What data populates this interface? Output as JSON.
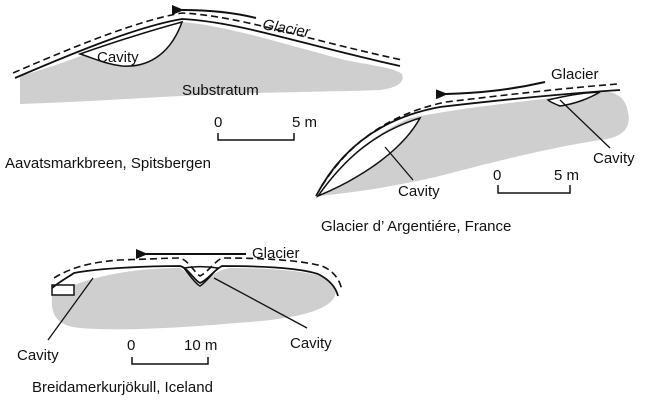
{
  "colors": {
    "substratum": "#cfcfcf",
    "ink": "#111111",
    "background": "#ffffff"
  },
  "panels": [
    {
      "caption": "Aavatsmarkbreen, Spitsbergen",
      "glacier_label": "Glacier",
      "cavity_labels": [
        "Cavity"
      ],
      "substratum_label": "Substratum",
      "scale": {
        "start": "0",
        "end": "5 m"
      }
    },
    {
      "caption": "Glacier d’ Argentiére, France",
      "glacier_label": "Glacier",
      "cavity_labels": [
        "Cavity",
        "Cavity"
      ],
      "scale": {
        "start": "0",
        "end": "5 m"
      }
    },
    {
      "caption": "Breidamerkurjökull, Iceland",
      "glacier_label": "Glacier",
      "cavity_labels": [
        "Cavity",
        "Cavity"
      ],
      "scale": {
        "start": "0",
        "end": "10 m"
      }
    }
  ]
}
